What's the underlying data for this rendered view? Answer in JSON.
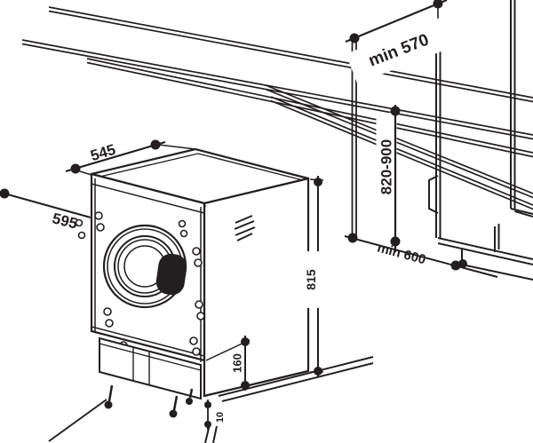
{
  "diagram": {
    "type": "installation-diagram",
    "subject": "built-in washing machine niche dimensions",
    "labels": {
      "niche_depth_top": "min 570",
      "niche_height": "820-900",
      "machine_depth": "545",
      "machine_width": "595",
      "floor_depth": "min 600",
      "machine_height": "815",
      "plinth_height": "160",
      "plinth_gap": "10"
    },
    "colors": {
      "line": "#231f20",
      "background": "#ffffff",
      "label_background": "#ffffff"
    }
  }
}
